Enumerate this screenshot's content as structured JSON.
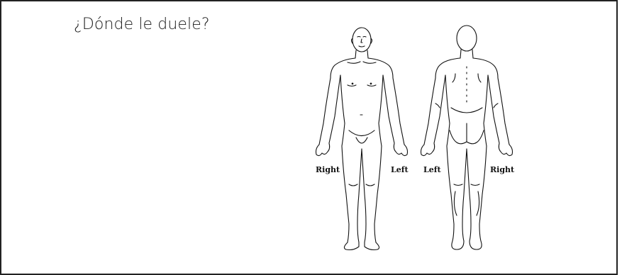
{
  "prompt": {
    "question": "¿Dónde le duele?"
  },
  "diagram": {
    "front_view": {
      "right_label": "Right",
      "left_label": "Left"
    },
    "back_view": {
      "left_label": "Left",
      "right_label": "Right"
    }
  },
  "colors": {
    "ink": "#111111",
    "border": "#222222",
    "background": "#ffffff"
  }
}
